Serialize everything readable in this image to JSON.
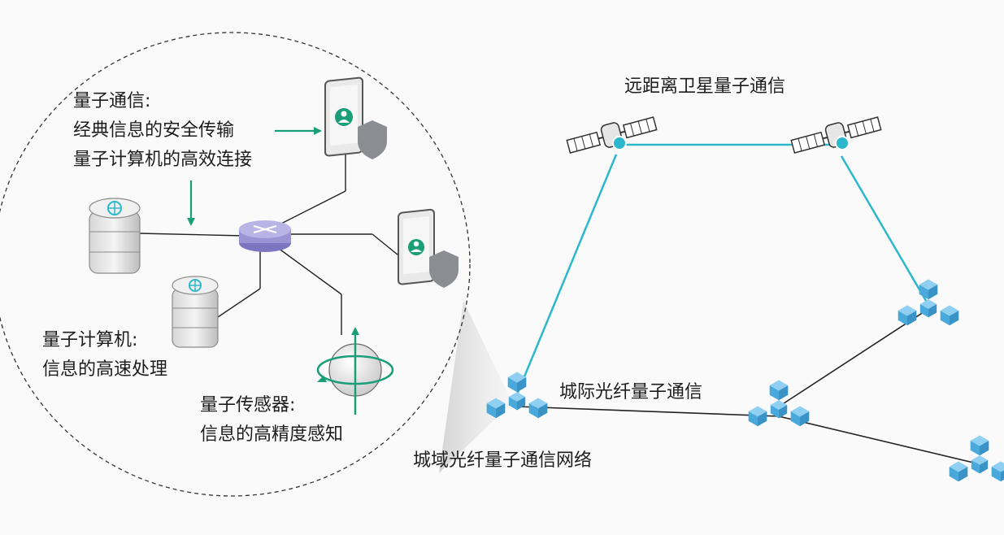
{
  "zoom_panel": {
    "quantum_communication": {
      "title": "量子通信:",
      "line1": "经典信息的安全传输",
      "line2": "量子计算机的高效连接"
    },
    "quantum_computer": {
      "title": "量子计算机:",
      "line1": "信息的高速处理"
    },
    "quantum_sensor": {
      "title": "量子传感器:",
      "line1": "信息的高精度感知"
    }
  },
  "network": {
    "satellite_label": "远距离卫星量子通信",
    "intercity_label": "城际光纤量子通信",
    "metro_label": "城域光纤量子通信网络"
  },
  "colors": {
    "link_cyan": "#2bb8cc",
    "node_blue": "#4aa9db",
    "arrow_green": "#1a9e78",
    "router_purple": "#9b93d4",
    "shield_gray": "#8a8d92"
  }
}
